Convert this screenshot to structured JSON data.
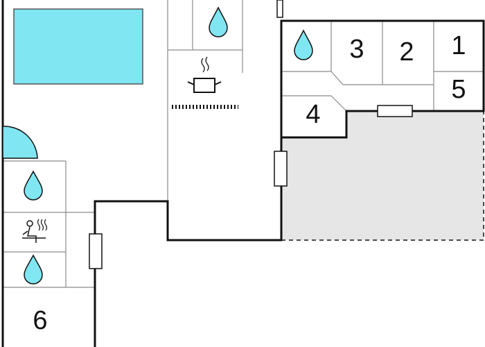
{
  "floorplan": {
    "rooms": {
      "room_1": "1",
      "room_2": "2",
      "room_3": "3",
      "room_4": "4",
      "room_5": "5",
      "room_6": "6"
    },
    "icons": {
      "pool": "pool",
      "water_top": "water-drop-icon",
      "water_right": "water-drop-icon",
      "water_left_upper": "water-drop-icon",
      "water_left_lower": "water-drop-icon",
      "sauna": "sauna-icon",
      "kitchen": "cooking-pot-icon"
    },
    "colors": {
      "wall": "#111111",
      "pool_fill": "#7fe6f2",
      "terrace_fill": "#e6e6e6",
      "grid_line": "#8a8a8a"
    }
  }
}
